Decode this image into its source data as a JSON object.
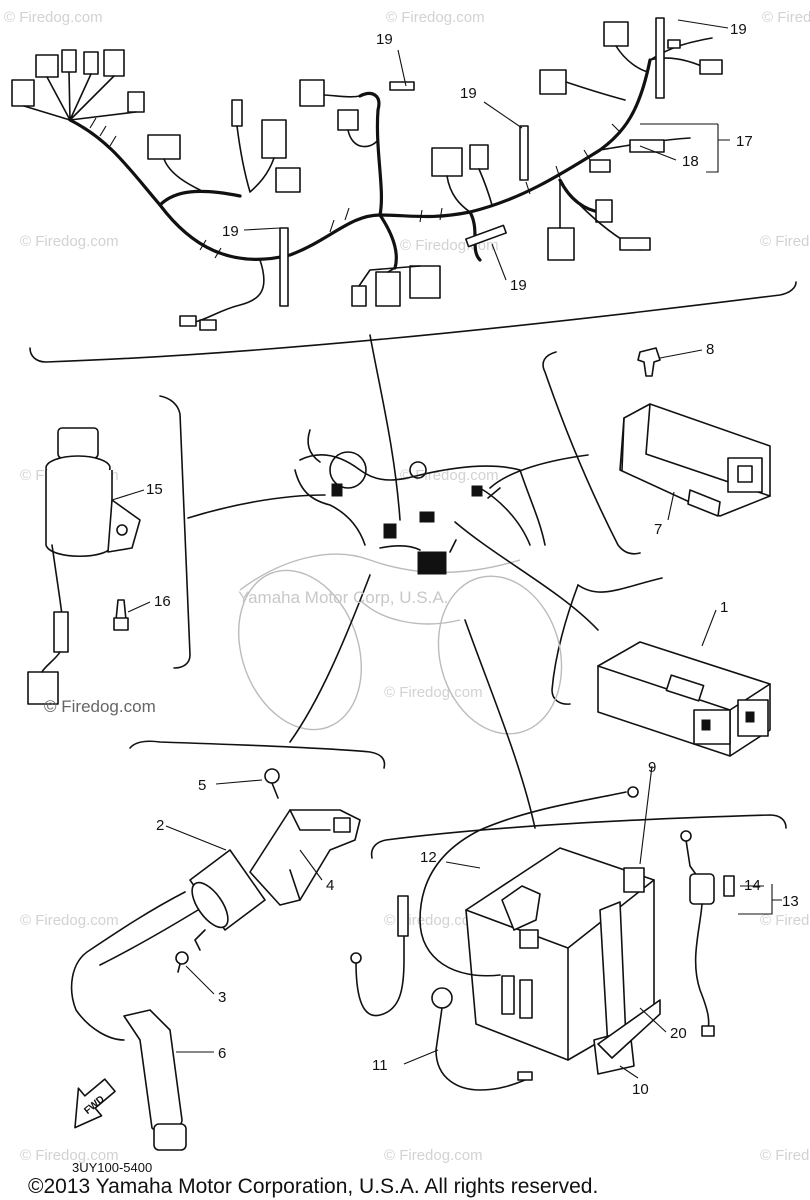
{
  "diagram": {
    "callouts": [
      "1",
      "2",
      "3",
      "4",
      "5",
      "6",
      "7",
      "8",
      "9",
      "10",
      "11",
      "12",
      "13",
      "14",
      "15",
      "16",
      "17",
      "18",
      "19",
      "20"
    ],
    "fwd_label": "FWD",
    "drawing_code": "3UY100-5400",
    "center_watermark": "Yamaha Motor Corp, U.S.A.",
    "watermark": "© Firedog.com",
    "copyright": "©2013 Yamaha Motor Corporation, U.S.A. All rights reserved."
  }
}
